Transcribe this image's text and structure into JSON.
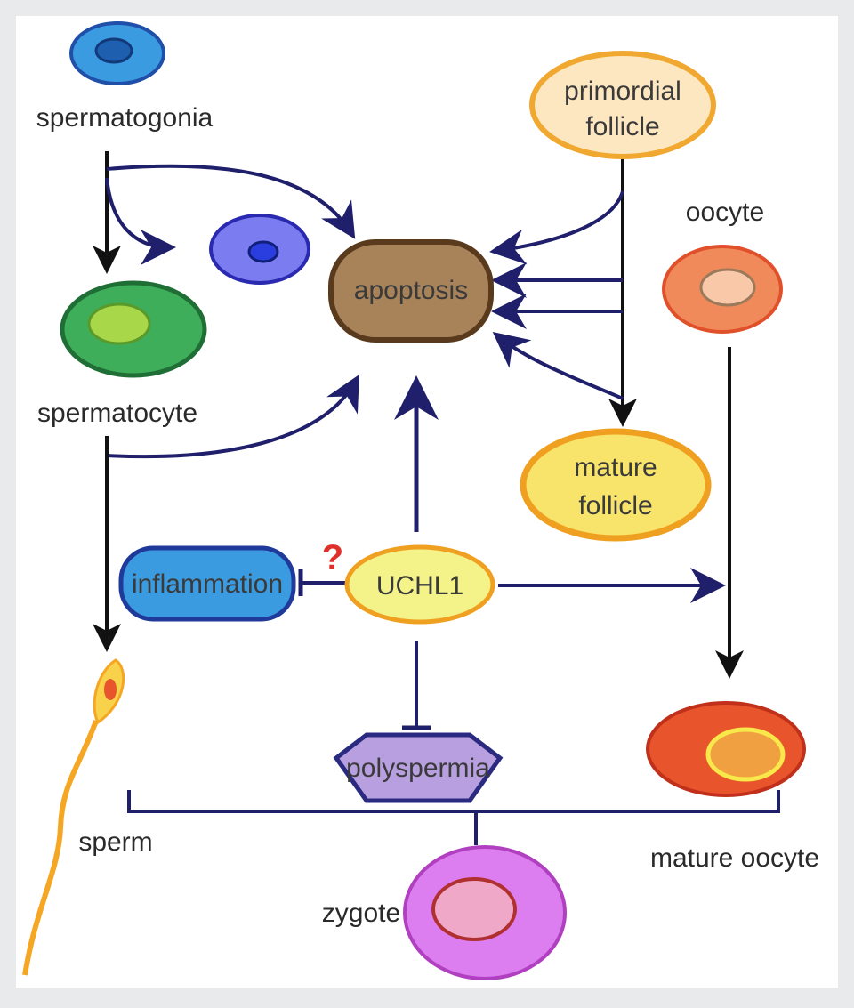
{
  "labels": {
    "spermatogonia": "spermatogonia",
    "spermatocyte": "spermatocyte",
    "sperm": "sperm",
    "apoptosis": "apoptosis",
    "primordial_follicle_line1": "primordial",
    "primordial_follicle_line2": "follicle",
    "oocyte": "oocyte",
    "mature_follicle_line1": "mature",
    "mature_follicle_line2": "follicle",
    "inflammation": "inflammation",
    "question_mark": "?",
    "uchl1": "UCHL1",
    "polyspermia": "polyspermia",
    "mature_oocyte": "mature oocyte",
    "zygote": "zygote"
  },
  "colors": {
    "background": "#e9eaec",
    "panel": "#ffffff",
    "arrow_navy": "#1f1f6b",
    "arrow_black": "#111111",
    "question_red": "#e0302a",
    "spermatogonia_fill": "#3b9be0",
    "spermatogonia_nucleus": "#1f5fb0",
    "spermatocyte_fill": "#3fae5a",
    "spermatocyte_nucleus": "#a8d84a",
    "small_cell_fill": "#7b7cf0",
    "small_cell_nucleus": "#2a3ee0",
    "apoptosis_fill": "#a8835a",
    "primordial_fill": "#fde7c0",
    "oocyte_fill": "#f08a5a",
    "mature_follicle_fill": "#f8e46a",
    "inflammation_fill": "#3b9be0",
    "uchl1_fill": "#f3f38a",
    "polyspermia_fill": "#b8a0e0",
    "mature_oocyte_fill": "#e8542c",
    "zygote_fill": "#dc7ef0",
    "sperm_color": "#f5a623"
  }
}
